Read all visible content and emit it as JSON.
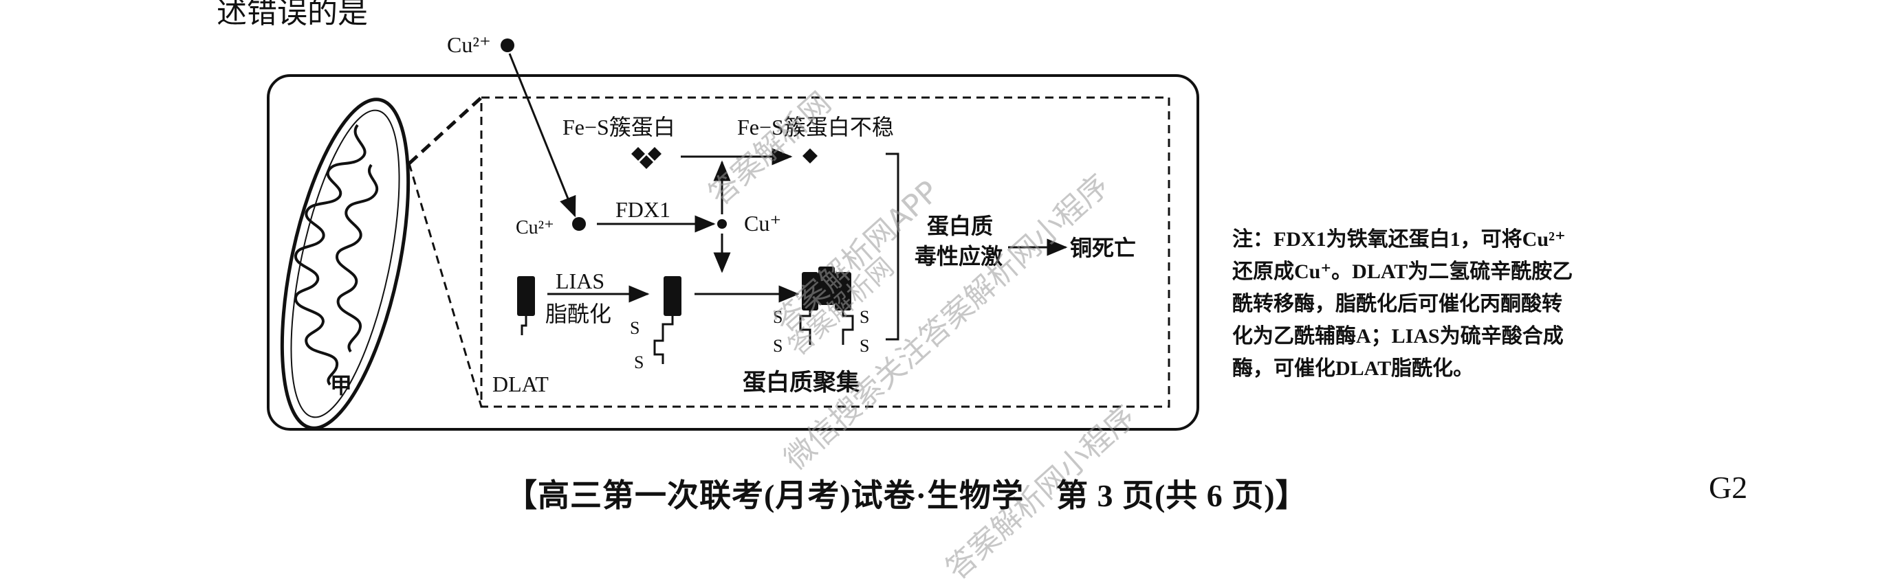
{
  "question_fragment": "述错误的是",
  "diagram": {
    "mito_label": "甲",
    "cu2_top": "Cu²⁺",
    "cu2_inner": "Cu²⁺",
    "fdx1": "FDX1",
    "cu1": "Cu⁺",
    "fes_cluster": "Fe−S簇蛋白",
    "fes_unstable": "Fe−S簇蛋白不稳",
    "lias": "LIAS",
    "lipoylation": "脂酰化",
    "dlat": "DLAT",
    "aggregation": "蛋白质聚集",
    "toxic_stress_1": "蛋白质",
    "toxic_stress_2": "毒性应激",
    "cuproptosis": "铜死亡",
    "s_label": "S"
  },
  "note": {
    "lines": [
      "注：FDX1为铁氧还蛋白1，可将Cu²⁺",
      "还原成Cu⁺。DLAT为二氢硫辛酰胺乙",
      "酰转移酶，脂酰化后可催化丙酮酸转",
      "化为乙酰辅酶A；LIAS为硫辛酸合成",
      "酶，可催化DLAT脂酰化。"
    ]
  },
  "footer": "【高三第一次联考(月考)试卷·生物学　第 3 页(共 6 页)】",
  "page_code": "G2",
  "watermarks": [
    "答案解析网",
    "答案解析网APP",
    "答案解析网",
    "微信搜索关注答案解析网小程序",
    "答案解析网小程序"
  ]
}
